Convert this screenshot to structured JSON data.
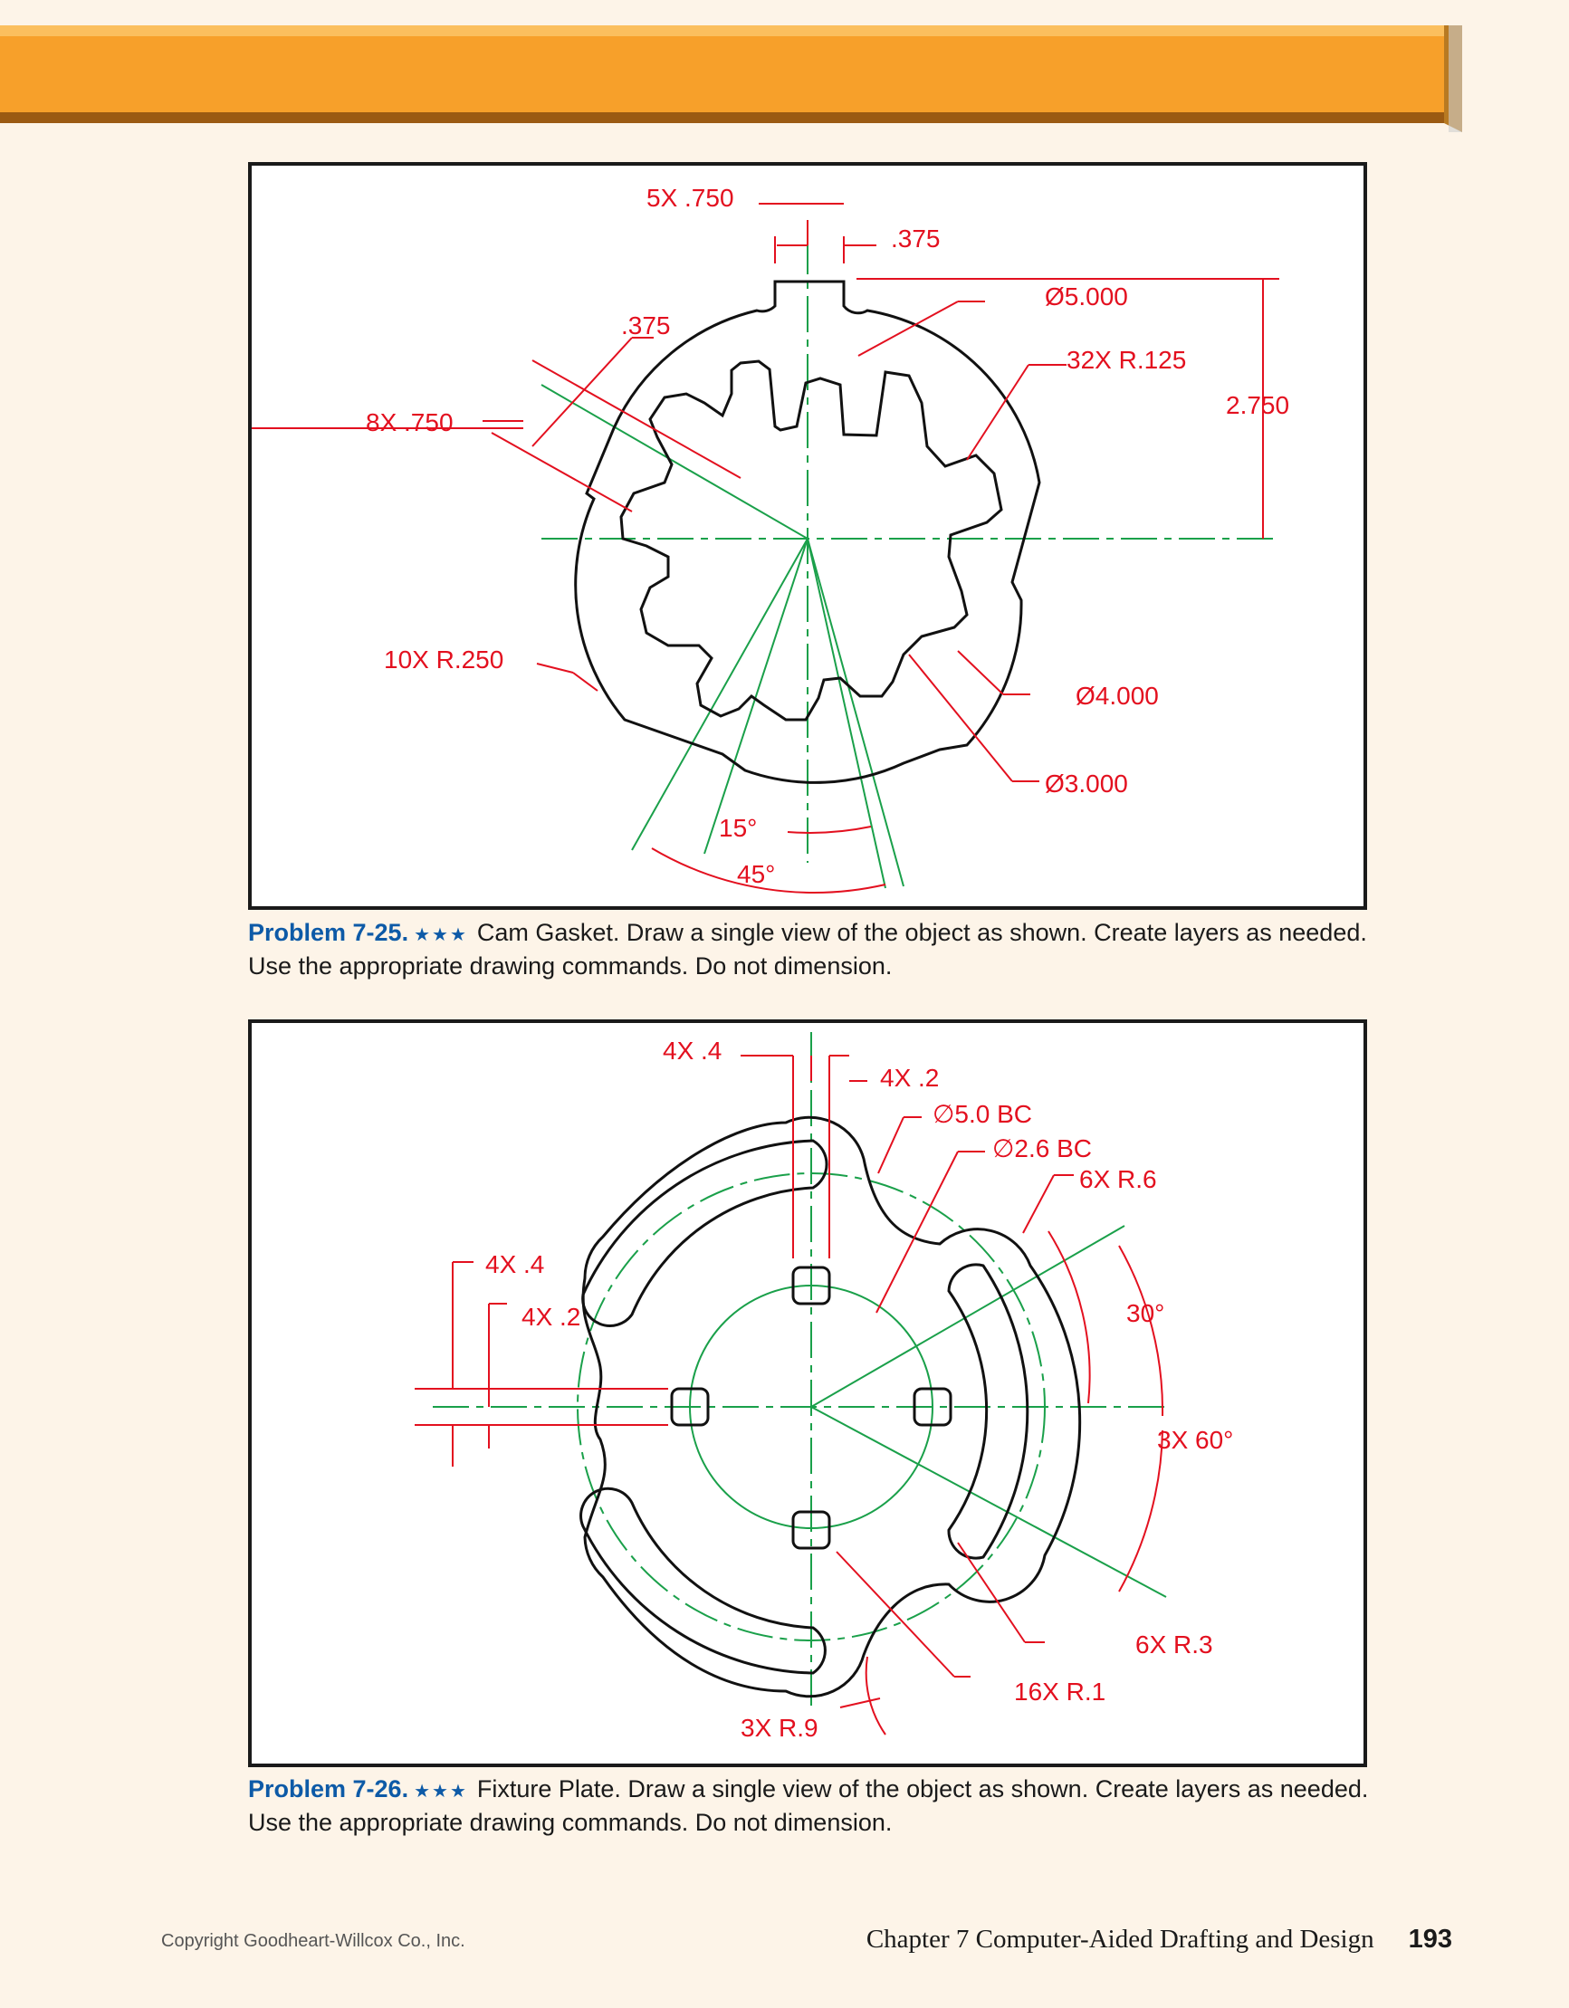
{
  "problems": [
    {
      "number": "Problem 7-25.",
      "stars": "★★★",
      "text": "Cam Gasket. Draw a single view of the object as shown. Create layers as needed. Use the appropriate drawing commands. Do not dimension.",
      "dimensions": {
        "slot_width": "5X .750",
        "slot_half": ".375",
        "outer_dia": "Ø5.000",
        "tooth_radius": "32X R.125",
        "height": "2.750",
        "notch_half": ".375",
        "notch_width": "8X .750",
        "notch_radius": "10X R.250",
        "mid_dia": "Ø4.000",
        "inner_dia": "Ø3.000",
        "angle_small": "15°",
        "angle_large": "45°"
      }
    },
    {
      "number": "Problem 7-26.",
      "stars": "★★★",
      "text": "Fixture Plate. Draw a single view of the object as shown. Create layers as needed. Use the appropriate drawing commands. Do not dimension.",
      "dimensions": {
        "top_width": "4X .4",
        "top_half": "4X .2",
        "bc_outer": "∅5.0 BC",
        "bc_inner": "∅2.6 BC",
        "slot_end_radius": "6X R.6",
        "left_width": "4X .4",
        "left_half": "4X .2",
        "angle_30": "30°",
        "angle_60": "3X 60°",
        "slot_inner_radius": "6X R.3",
        "square_radius": "16X R.1",
        "blend_radius": "3X R.9"
      }
    }
  ],
  "footer": {
    "copyright": "Copyright Goodheart-Willcox Co., Inc.",
    "chapter": "Chapter 7  Computer-Aided Drafting and Design",
    "page": "193"
  },
  "colors": {
    "tab": "#f7a02a",
    "dimension": "#e3101f",
    "centerline": "#1aa04a",
    "problem": "#0d5aa7"
  }
}
